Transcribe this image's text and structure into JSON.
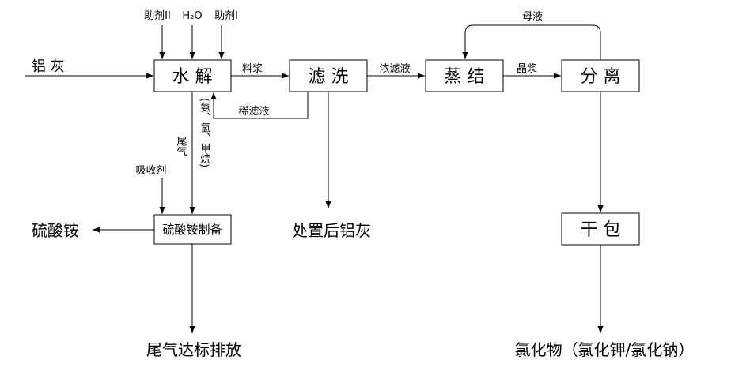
{
  "inputs": {
    "aluminum_ash": "铝 灰",
    "additive_2": "助剂II",
    "water": "H₂O",
    "additive_1": "助剂I",
    "absorbent": "吸收剂"
  },
  "boxes": {
    "hydrolysis": "水 解",
    "filter_wash": "滤 洗",
    "evaporate": "蒸 结",
    "separate": "分 离",
    "dry_pack": "干 包",
    "ammonium_sulfate_prep": "硫酸铵制备"
  },
  "streams": {
    "slurry": "料浆",
    "concentrate": "浓滤液",
    "crystal_slurry": "晶浆",
    "mother_liquor": "母液",
    "dilute_filtrate": "稀滤液",
    "tail_gas": "尾气",
    "tail_gas_components": "(氨、氢、甲烷)"
  },
  "outputs": {
    "ammonium_sulfate": "硫酸铵",
    "treated_ash": "处置后铝灰",
    "emission": "尾气达标排放",
    "chloride": "氯化物（氯化钾/氯化钠）"
  }
}
